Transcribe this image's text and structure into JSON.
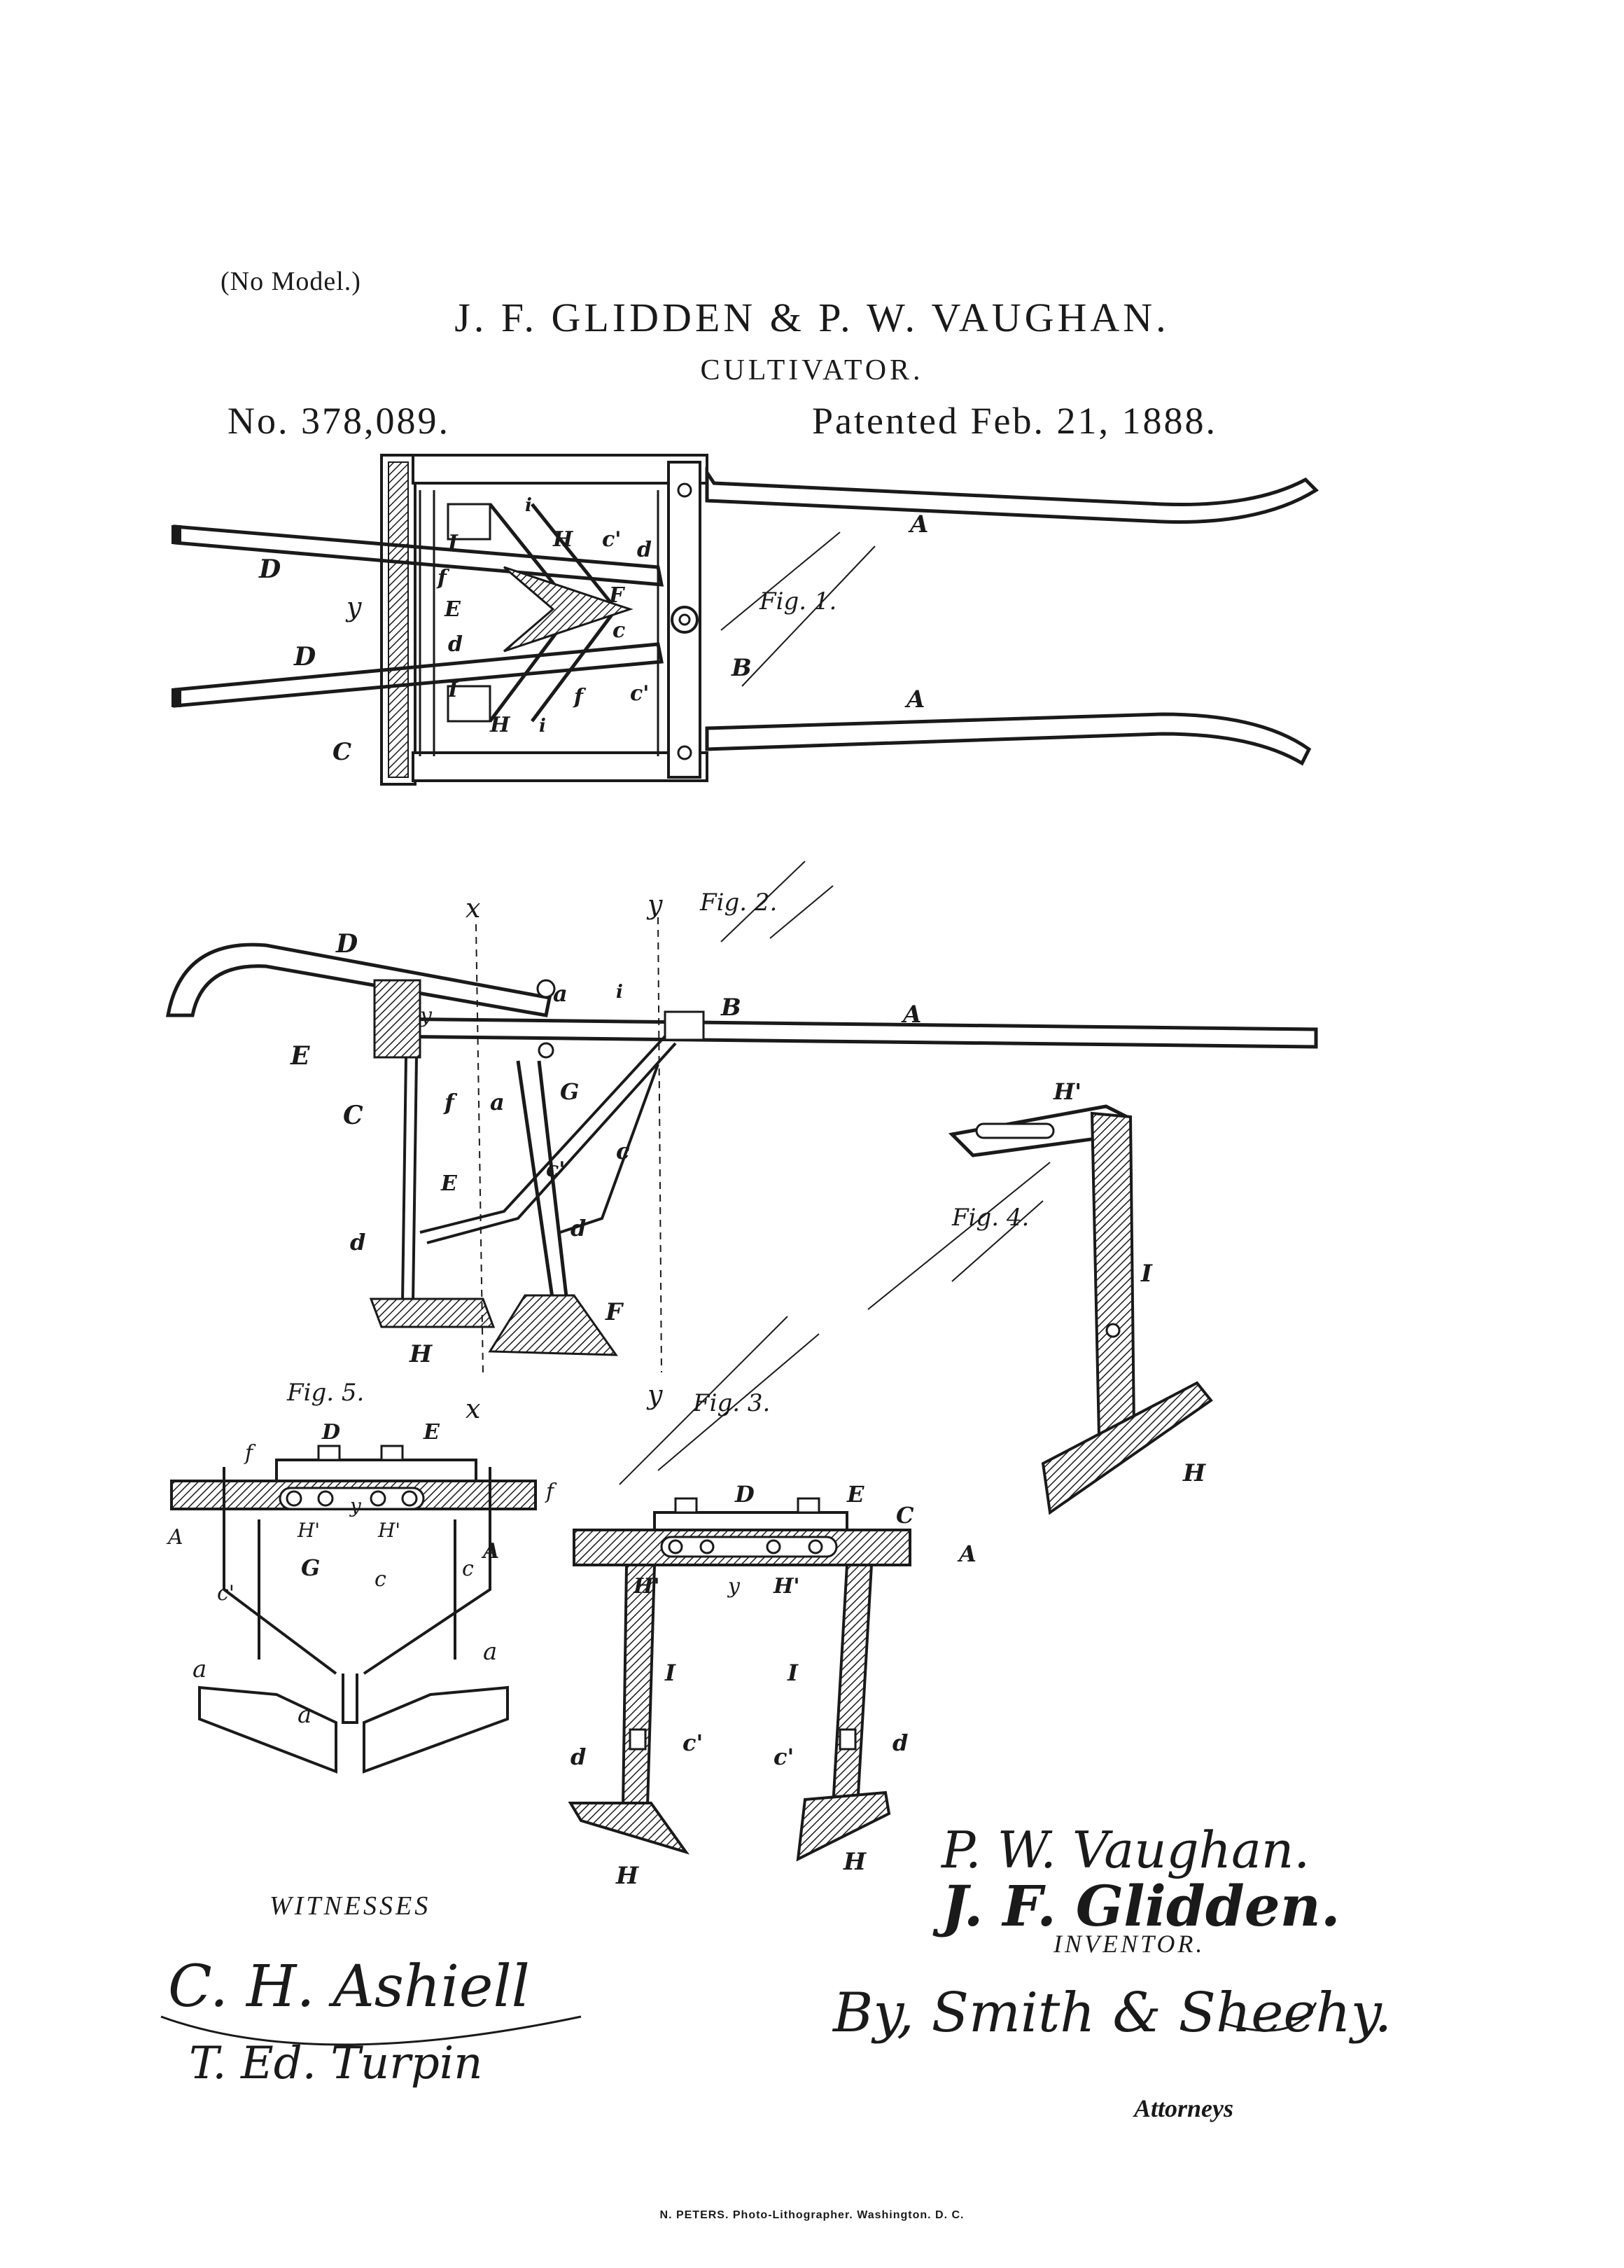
{
  "header": {
    "model": "(No Model.)",
    "inventors": "J. F. GLIDDEN & P. W. VAUGHAN.",
    "title": "CULTIVATOR.",
    "patent_no": "No. 378,089.",
    "patent_date": "Patented Feb. 21, 1888."
  },
  "figures": {
    "fig1": "Fig. 1.",
    "fig2": "Fig. 2.",
    "fig3": "Fig. 3.",
    "fig4": "Fig. 4.",
    "fig5": "Fig. 5."
  },
  "labels": {
    "A": "A",
    "B": "B",
    "C": "C",
    "D": "D",
    "E": "E",
    "F": "F",
    "G": "G",
    "H": "H",
    "I": "I",
    "H_prime": "H'",
    "a": "a",
    "c": "c",
    "c_prime": "c'",
    "d": "d",
    "f": "f",
    "i": "i",
    "x": "x",
    "y": "y"
  },
  "signatures": {
    "witnesses_label": "WITNESSES",
    "witness_1": "C. H. Ashiell",
    "witness_2": "T. Ed. Turpin",
    "inventor_1": "P. W. Vaughan.",
    "inventor_2": "J. F. Glidden.",
    "inventor_label": "INVENTOR.",
    "attorney": "By, Smith & Sheehy.",
    "attorneys_label": "Attorneys"
  },
  "footer": {
    "printer": "N. PETERS. Photo-Lithographer. Washington. D. C."
  }
}
